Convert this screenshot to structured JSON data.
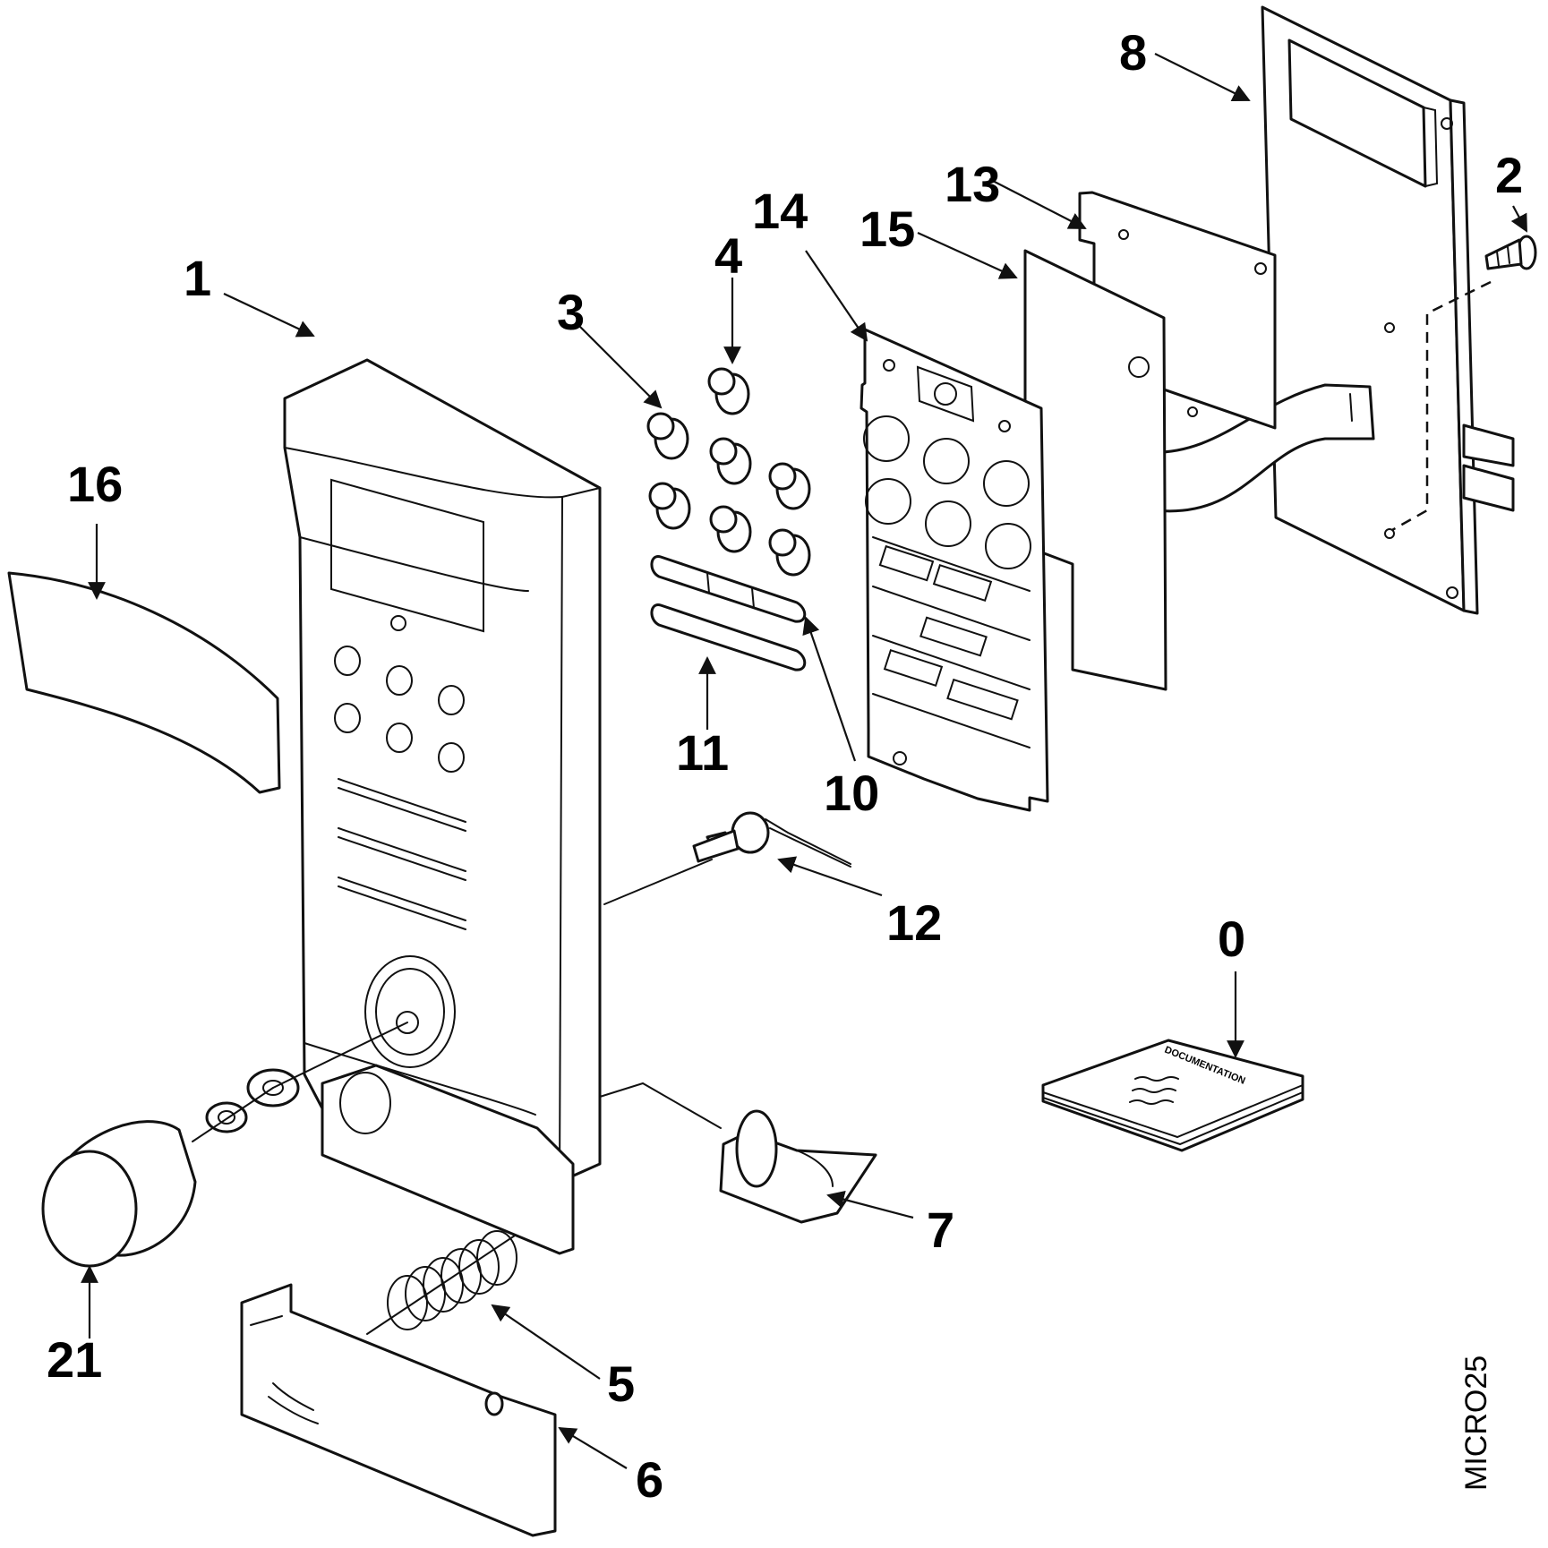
{
  "diagram": {
    "labels": {
      "p0": "0",
      "p1": "1",
      "p2": "2",
      "p3": "3",
      "p4": "4",
      "p5": "5",
      "p6": "6",
      "p7": "7",
      "p8": "8",
      "p10": "10",
      "p11": "11",
      "p12": "12",
      "p13": "13",
      "p14": "14",
      "p15": "15",
      "p16": "16",
      "p21": "21"
    },
    "book_cover_text": "DOCUMENTATION",
    "drawing_code": "MICRO25"
  }
}
